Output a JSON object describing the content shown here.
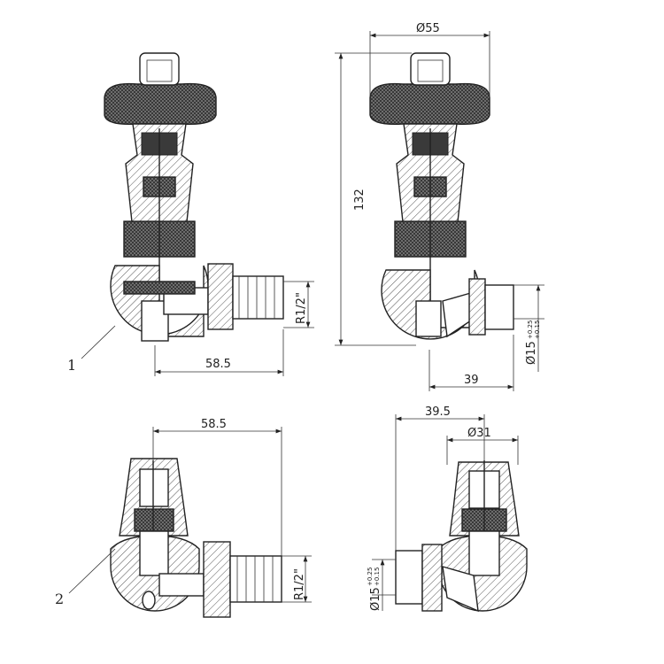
{
  "drawing": {
    "views": [
      {
        "id": "angled-valve-section",
        "callout": "1",
        "dimensions": {
          "tail_length": "58.5",
          "thread": "R1/2\""
        }
      },
      {
        "id": "angled-valve-section-alt",
        "dimensions": {
          "head_diameter": "Ø55",
          "height": "132",
          "outlet_diameter": "Ø15",
          "outlet_tol_upper": "+0.25",
          "outlet_tol_lower": "+0.15",
          "outlet_offset": "39"
        }
      },
      {
        "id": "corner-valve-section",
        "callout": "2",
        "dimensions": {
          "tail_length": "58.5",
          "thread": "R1/2\""
        }
      },
      {
        "id": "corner-valve-section-alt",
        "dimensions": {
          "head_offset": "39.5",
          "head_diameter": "Ø31",
          "outlet_diameter": "Ø15",
          "outlet_tol_upper": "+0.25",
          "outlet_tol_lower": "+0.15"
        }
      }
    ]
  }
}
